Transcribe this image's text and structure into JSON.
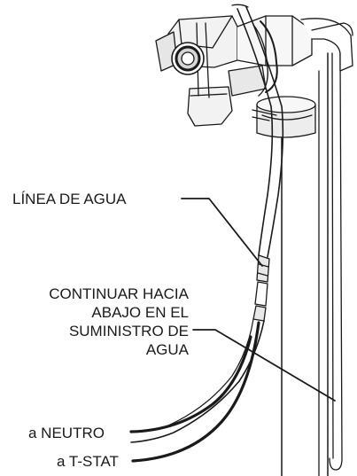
{
  "labels": {
    "water_line": "LÍNEA DE AGUA",
    "continue_lines": [
      "CONTINUAR HACIA",
      "ABAJO EN EL",
      "SUMINISTRO DE",
      "AGUA"
    ],
    "to_neutral": "a NEUTRO",
    "to_tstat": "a T-STAT"
  },
  "colors": {
    "line": "#1a1a1a",
    "part_fill": "#f2f2f2",
    "part_shade": "#d6d6d6",
    "text": "#1a1a1a"
  }
}
